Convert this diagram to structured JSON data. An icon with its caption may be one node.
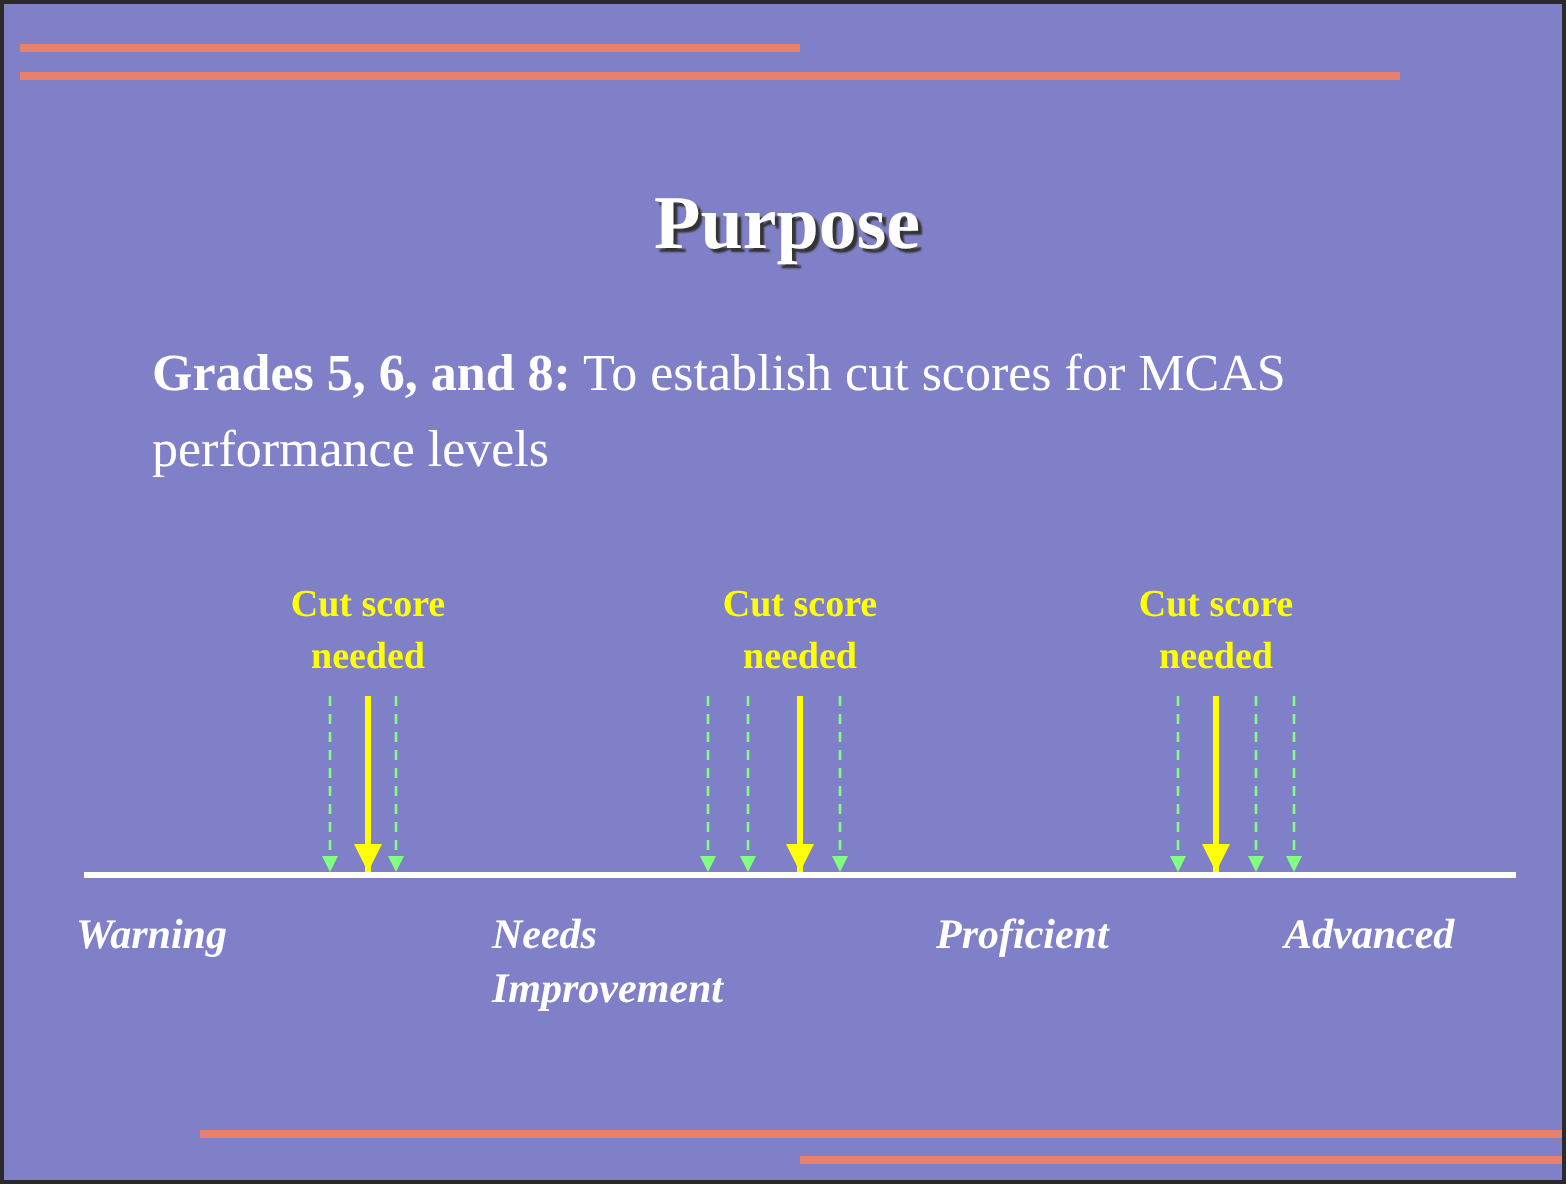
{
  "diagram": {
    "title": "Purpose",
    "nodes": [
      {
        "text": [
          "Cut score needed"
        ]
      },
      {
        "text": [
          "Cut score needed"
        ]
      },
      {
        "text": [
          "Cut score needed"
        ]
      },
      {
        "text": [],
        "shape": "bar"
      }
    ],
    "edges": [
      {
        "from": 0,
        "to": 3,
        "arrow": "to",
        "style": "dashed"
      },
      {
        "from": 0,
        "to": 3,
        "arrow": "to",
        "style": "thick",
        "color": "#ffff00"
      },
      {
        "from": 0,
        "to": 3,
        "arrow": "to",
        "style": "dashed"
      },
      {
        "from": 1,
        "to": 3,
        "arrow": "to",
        "style": "dashed"
      },
      {
        "from": 1,
        "to": 3,
        "arrow": "to",
        "style": "dashed"
      },
      {
        "from": 1,
        "to": 3,
        "arrow": "to",
        "style": "thick",
        "color": "#ffff00"
      },
      {
        "from": 1,
        "to": 3,
        "arrow": "to",
        "style": "dashed"
      },
      {
        "from": 2,
        "to": 3,
        "arrow": "to",
        "style": "dashed"
      },
      {
        "from": 2,
        "to": 3,
        "arrow": "to",
        "style": "thick",
        "color": "#ffff00"
      },
      {
        "from": 2,
        "to": 3,
        "arrow": "to",
        "style": "dashed"
      },
      {
        "from": 2,
        "to": 3,
        "arrow": "to",
        "style": "dashed"
      }
    ],
    "labels": [
      "**Grades 5, 6, and 8:** To establish cut scores for MCAS performance levels",
      "Warning",
      "Needs Improvement",
      "Proficient",
      "Advanced"
    ]
  }
}
